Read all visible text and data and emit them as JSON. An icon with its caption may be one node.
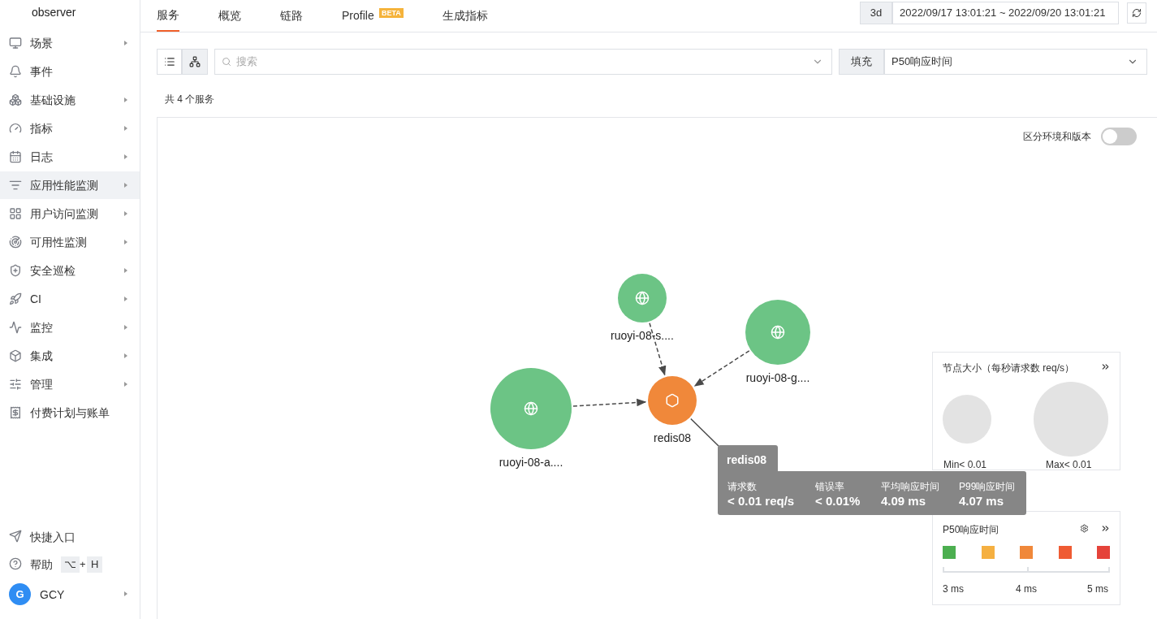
{
  "diagram": {
    "nodes": [
      {
        "text": [
          "ruoyi-08-s...."
        ]
      },
      {
        "text": [
          "ruoyi-08-g...."
        ]
      },
      {
        "text": [
          "ruoyi-08-a...."
        ]
      },
      {
        "text": [
          "redis08"
        ]
      },
      {
        "text": [
          "redis08",
          "请求数",
          "< 0.01 req/s",
          "错误率",
          "< 0.01%",
          "平均响应时间",
          "4.09 ms",
          "P99响应时间",
          "4.07 ms"
        ]
      }
    ],
    "edges": [
      {
        "from": 0,
        "to": 3,
        "arrow": "to",
        "style": "dashed"
      },
      {
        "from": 1,
        "to": 3,
        "arrow": "to",
        "style": "dashed"
      },
      {
        "from": 2,
        "to": 3,
        "arrow": "to",
        "style": "dashed"
      },
      {
        "from": 3,
        "to": 4,
        "arrow": "none"
      }
    ],
    "labels": [
      "observer",
      "场景",
      "事件",
      "基础设施",
      "指标",
      "日志",
      "应用性能监测",
      "用户访问监测",
      "可用性监测",
      "安全巡检",
      "CI",
      "监控",
      "集成",
      "管理",
      "付费计划与账单",
      "快捷入口",
      "帮助",
      "⌥",
      "+",
      "H",
      "G",
      "GCY",
      "服务",
      "概览",
      "链路",
      "Profile",
      "BETA",
      "生成指标",
      "3d",
      "2022/09/17 13:01:21 ~ 2022/09/20 13:01:21",
      "搜索",
      "填充",
      "P50响应时间",
      "共 4 个服务",
      "区分环境和版本",
      "节点大小（每秒请求数 req/s）",
      "Min< 0.01",
      "Max< 0.01",
      "P50响应时间",
      "3 ms",
      "4 ms",
      "5 ms"
    ]
  }
}
